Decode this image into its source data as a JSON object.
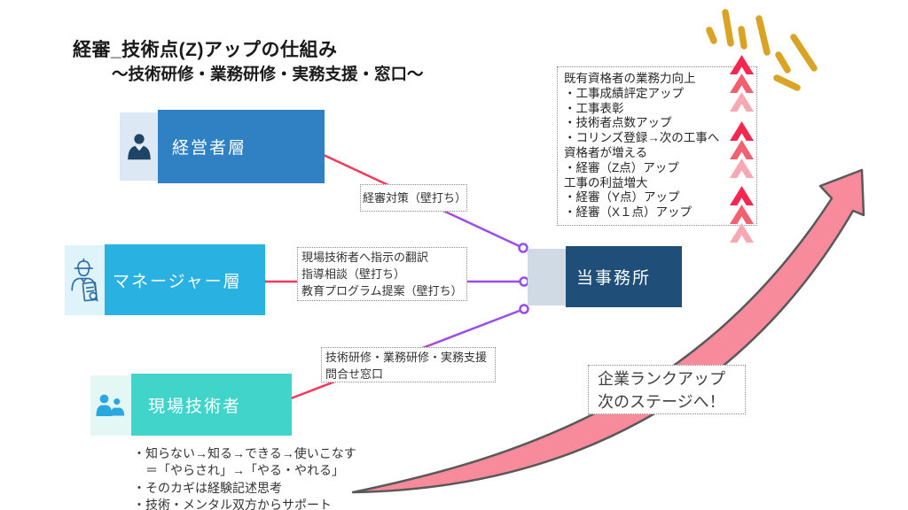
{
  "header": {
    "title": "経審_技術点(Z)アップの仕組み",
    "subtitle": "～技術研修・業務研修・実務支援・窓口～"
  },
  "actors": [
    {
      "label": "経営者層",
      "icon": "businessman-icon"
    },
    {
      "label": "マネージャー層",
      "icon": "site-manager-icon"
    },
    {
      "label": "現場技術者",
      "icon": "engineers-icon"
    }
  ],
  "office": {
    "label": "当事務所"
  },
  "connector_labels": [
    {
      "lines": [
        "経審対策（壁打ち）"
      ]
    },
    {
      "lines": [
        "現場技術者へ指示の翻訳",
        "指導相談（壁打ち）",
        "教育プログラム提案（壁打ち）"
      ]
    },
    {
      "lines": [
        "技術研修・業務研修・実務支援",
        "問合せ窓口"
      ]
    }
  ],
  "benefits": {
    "lines": [
      "既有資格者の業務力向上",
      "・工事成績評定アップ",
      "・工事表彰",
      "・技術者点数アップ",
      "・コリンズ登録→次の工事へ",
      "資格者が増える",
      "・経審（Z点）アップ",
      "工事の利益増大",
      "・経審（Y点）アップ",
      "・経審（X１点）アップ"
    ]
  },
  "rankup": {
    "lines": [
      "企業ランクアップ",
      "次のステージへ！"
    ]
  },
  "field_notes": {
    "lines": [
      "・知らない→知る→できる→使いこなす",
      "　＝「やらされ」→「やる・やれる」",
      "・そのカギは経験記述思考",
      "・技術・メンタル双方からサポート"
    ]
  },
  "colors": {
    "exec_box": "#2F81C3",
    "exec_icon_bg": "#DCE9F5",
    "exec_icon": "#1E4466",
    "manager_box": "#29B1E2",
    "manager_icon_bg": "#DFF3FA",
    "manager_icon": "#2E6DA0",
    "field_box": "#40D4CB",
    "field_icon_bg": "#E3F7F5",
    "field_icon": "#29A8E0",
    "office_box": "#1F4E79",
    "office_icon_bg": "#CFDAE4",
    "line_red": "#F4385C",
    "line_purple": "#9B4DEB",
    "chevron_bright": "#F5274E",
    "chevron_mid": "#F2606F",
    "chevron_light": "#F8A7B3",
    "arrow_fill": "#F88B9B",
    "arrow_stroke": "#595959",
    "sparkle": "#D9A426"
  }
}
